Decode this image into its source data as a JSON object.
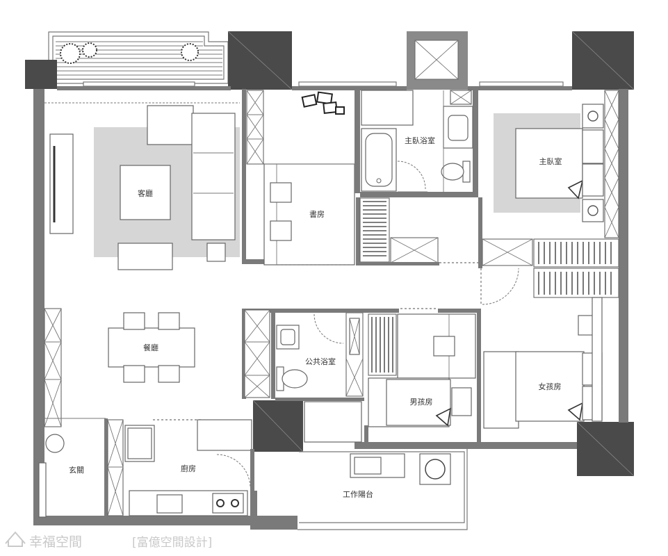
{
  "rooms": {
    "living": "客廳",
    "study": "書房",
    "master_bath": "主臥浴室",
    "master_bedroom": "主臥室",
    "dining": "餐廳",
    "public_bath": "公共浴室",
    "boys_room": "男孩房",
    "girls_room": "女孩房",
    "entrance": "玄關",
    "kitchen": "廚房",
    "service_balcony": "工作陽台"
  },
  "watermark": {
    "brand": "幸福空間",
    "studio": "[富億空間設計]"
  },
  "icons": {
    "brand_mark": "house-outline-icon"
  },
  "colors": {
    "wall": "#7a7a7a",
    "column": "#4a4a4a",
    "rug": "#d6d6d6",
    "watermark": "#c9c9c9"
  }
}
